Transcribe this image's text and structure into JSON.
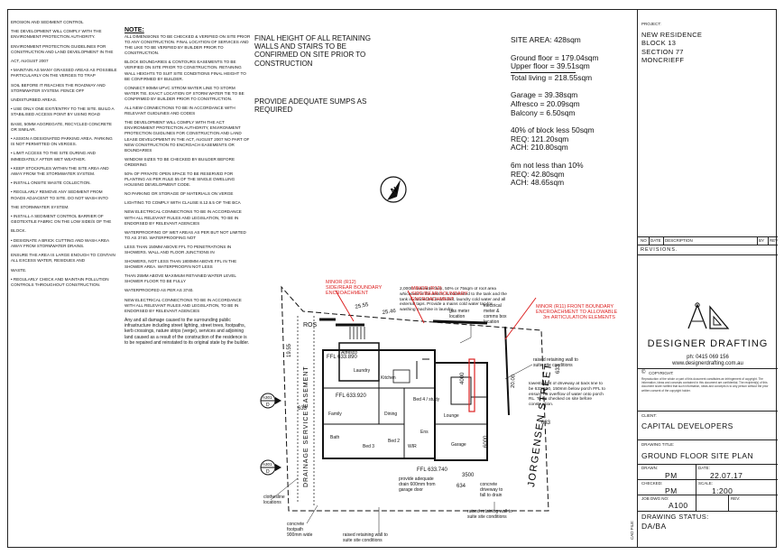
{
  "left_notes": [
    "EROSION AND SEDIMENT CONTROL",
    "THE DEVELOPMENT WILL COMPLY WITH THE ENVIRONMENT PROTECTION AUTHORITY.",
    "ENVIRONMENT PROTECTION GUIDELINES FOR CONSTRUCTION AND LAND DEVELOPMENT IN THE",
    "ACT, AUGUST 2007",
    "• MAINTAIN AS MANY GRASSED AREAS AS POSSIBLE PARTICULARLY ON THE VERGES TO TRAP",
    "SOIL BEFORE IT REACHES THE ROADWAY AND STORMWATER SYSTEM. FENCE OFF",
    "UNDISTURBED AREAS.",
    "• USE ONLY ONE EXIT/ENTRY TO THE SITE. BUILD A STABILISED ACCESS POINT BY USING ROAD",
    "BASE, 50MM AGGREGATE, RECYCLED CONCRETE OR SIMILAR.",
    "• ASSIGN A DESIGNATED PARKING AREA. PARKING IS NOT PERMITTED ON VERGES.",
    "• LIMIT ACCESS TO THE SITE DURING AND IMMEDIATELY AFTER WET WEATHER.",
    "• KEEP STOCKPILES WITHIN THE SITE AREA AND AWAY FROM THE STORMWATER SYSTEM.",
    "• INSTALL ONSITE WASTE COLLECTION.",
    "• REGULARLY REMOVE ANY SEDIMENT FROM ROADS ADJACENT TO SITE. DO NOT WASH INTO",
    "THE STORMWATER SYSTEM.",
    "• INSTALL A SEDIMENT CONTROL BARRIER OF GEOTEXTILE FABRIC ON THE LOW SIDE/S OF THE",
    "BLOCK.",
    "• DESIGNATE A BRICK CUTTING AND WASH AREA AWAY FROM STORMWATER DRAINS.",
    "ENSURE THE AREA IS LARGE ENOUGH TO CONTAIN ALL EXCESS WATER, RESIDUES AND",
    "WASTE.",
    "• REGULARLY CHECK AND MAINTAIN POLLUTION CONTROLS THROUGHOUT CONSTRUCTION."
  ],
  "notes_heading": "NOTE:",
  "notes": [
    "ALL DIMENSIONS TO BE CHECKED & VERIFIED ON SITE PRIOR TO ANY CONSTRUCTION. FINAL LOCATION OF SERVICES AND THE LIKE TO BE VERIFIED BY BUILDER PRIOR TO CONSTRUCTION.",
    "BLOCK BOUNDARIES & CONTOURS EASEMENTS TO BE VERIFIED ON SITE PRIOR TO CONSTRUCTION. RETAINING WALL HEIGHTS TO SUIT SITE CONDITIONS FINAL HEIGHT TO BE CONFIRMED BY BUILDER.",
    "CONNECT 90mm UPVC STROM WATER LINE TO STORM WATER TIE. EXACT LOCATION OF STORM WATER TIE TO BE CONFIRMED BY BUILDER PRIOR TO CONSTRUCTION.",
    "ALL NEW CONNECTIONS TO BE IN ACCORDANCE WITH RELEVANT GUIDLINES AND CODES",
    "THE DEVELOPMENT WILL COMPLY WITH THE ACT ENVIRONMENT PROTECTION AUTHORITY, ENVIRONMENT PROTECTION GUIDLINES FOR CONSTRUCTION AND LAND LEASE DEVELOPMENT IN THE ACT, AUGUST 2007 NO PART OF NEW CONSTRUCTION TO ENCROACH EASEMENTS OR BOUNDARIES",
    "WINDOW SIZES TO BE CHECKED BY BUILDER BEFORE ORDERING",
    "50% OF PRIVATE OPEN SPACE TO BE RESERVED FOR PLANTING AS PER RULE 55 OF THE SINGLE DWELLING HOUSING DEVELOPMENT CODE.",
    "NO PARKING OR STORAGE OF MATERIALS ON VERGE",
    "LIGHTING TO COMPLY WITH CLAUSE 8.12.6.5 OF THE BCA",
    "NEW ELECTRICAL CONNECTIONS TO BE IN ACCORDANCE WITH ALL RELEVANT RULES AND LEGISLATION, TO BE IN ENDORSED BY RELEVANT AGENCIES",
    "WATERPROOFING OF WET AREAS AS PER BUT NOT LIMITED TO AS 3740. WATERPROOFING NOT",
    "LESS THAN 150MM ABOVE FFL TO PENETRATIONS IN SHOWERS. WALL AND FLOOR JUNCTIONS IN",
    "SHOWERS, NOT LESS THAN 1800MM ABOVE FFL IN THE SHOWER AREA. WATERPROOFIN NOT LESS",
    "THAN 25MM ABOVE MAXIMUM RETAINED WATER LEVEL SHOWER FLOOR TO BE FULLY",
    "WATERPROOFED AS PER AS 3740.",
    "NEW ELECTRICAL CONNECTIONS TO BE IN ACCORDANCE WITH ALL RELEVANT RULES AND LEGISLATION, TO BE IN ENDORSED BY RELEVANT AGENCIES"
  ],
  "notes_lower": "Any and all damage caused to the surrounding public infrastructure including street lighting, street trees, footpaths, kerb crossings, nature strips (verge), services and adjoining land caused as a result of the construction of the residence is to be repaired and reinstated to its original state by the builder.",
  "main_notes": {
    "retaining": "FINAL HEIGHT OF ALL RETAINING WALLS AND STAIRS TO BE CONFIRMED ON SITE PRIOR TO CONSTRUCTION",
    "sumps": "PROVIDE ADEQUATE SUMPS AS REQUIRED"
  },
  "areas": {
    "site_area": "SITE AREA:  428sqm",
    "ground_floor": "Ground floor = 179.04sqm",
    "upper_floor": "Upper floor = 39.51sqm",
    "total_living": "Total living = 218.55sqm",
    "garage": "Garage = 39.38sqm",
    "alfresco": "Alfresco = 20.09sqm",
    "balcony": "Balcony = 6.50sqm",
    "block_less": "40% of block less 50sqm",
    "req1": "REQ:  121.20sqm",
    "ach1": "ACH:  210.80sqm",
    "six_m": "6m not less than 10%",
    "req2": "REQ:  42.80sqm",
    "ach2": "ACH:  48.65sqm"
  },
  "plan": {
    "rainwater": "2,000ltr rainwater tank, 50% or 75sqm of roof area whichever is the lesser, is connected to the tank and the tank is connected to all toilet, laundry cold water and all external taps. Provide a mains cold water tap for washing machine in laundry.",
    "minor_r12_a": [
      "MINOR (R12)",
      "SIDE/REAR BOUNDARY",
      "ENCROACHMENT"
    ],
    "minor_r12_b": [
      "MINOR (R12)",
      "SIDE/REAR BOUNDARY",
      "ENCROACHMENT"
    ],
    "minor_r11": [
      "MINOR (R11)  FRONT BOUNDARY",
      "ENCROACHMENT TO ALLOWABLE",
      "3m ARTICULATION ELEMENTS"
    ],
    "gas_meter": [
      "gas meter",
      "location"
    ],
    "electrical": [
      "electrical",
      "meter &",
      "comms box",
      "location"
    ],
    "ros": "ROS",
    "ffl_1": "FFL 633.890",
    "ffl_2": "FFL 633.920",
    "ffl_3": "FFL 633.740",
    "rooms": {
      "alfresco": "Alfresco",
      "kitchen": "Kitchen",
      "family": "Family",
      "dining": "Dining",
      "bed4": "Bed 4 / study",
      "bed3": "Bed 3",
      "bed2": "Bed 2",
      "bath": "Bath",
      "lounge": "Lounge",
      "garage": "Garage",
      "laundry": "Laundry",
      "ens": "Ens",
      "wir": "WIR"
    },
    "easement": "DRAINAGE SERVICE EASEMENT",
    "street": "JORGENSEN   STREET",
    "dims": {
      "d1": "25.55",
      "d2": "25.46",
      "d3": "19.55",
      "d4": "20.00",
      "d5": "4000",
      "d6": "3500",
      "d7": "6000",
      "d8": "633",
      "d9": "633",
      "d10": "634",
      "d11": "633"
    },
    "section_a": [
      "A301",
      "D"
    ],
    "section_b": [
      "A301",
      "D"
    ],
    "retaining_1": [
      "raised retaining wall to",
      "suite site conditions"
    ],
    "paving": "lowest point of driveway at back line to be 633.690, 150mm below porch FFL to ensure no overflow of water onto porch RL. To be checked on site before construction.",
    "adequate_drain": [
      "provide adequate",
      "drain 600mm from",
      "garage door"
    ],
    "concrete_driveway": [
      "concrete",
      "driveway to",
      "fall to drain"
    ],
    "clothesline": [
      "clothesline",
      "locations"
    ],
    "concrete_footpath": [
      "concrete",
      "footpath",
      "900mm wide"
    ],
    "retaining_2": [
      "raised retaining wall to",
      "suite site conditions"
    ],
    "retaining_3": [
      "raised retaining wall to",
      "suite site conditions"
    ]
  },
  "title_block": {
    "project_label": "PROJECT:",
    "project": [
      "NEW RESIDENCE",
      "BLOCK 13",
      "SECTION 77",
      "MONCRIEFF"
    ],
    "rev_headers": [
      "No",
      "DATE",
      "DESCRIPTION",
      "BY",
      "Rev"
    ],
    "revisions_label": "REVISIONS.",
    "company": "DESIGNER DRAFTING",
    "phone": "ph: 0415 069 156",
    "website": "www.designerdrafting.com.au",
    "copyright_label": "COPYRIGHT:",
    "copyright_text": "Reproduction of the whole or part of this document constitutes an infringement of copyright. The information, ideas and concepts contained in this document are confidential. The recipient(s) of this document is/are notified that such information, ideas and concepts is to any person without the prior written consent of the copyright holder.",
    "client_label": "CLIENT:",
    "client": "CAPITAL DEVELOPERS",
    "drawing_title_label": "DRAWING TITLE:",
    "drawing_title": "GROUND FLOOR SITE PLAN",
    "drawn_label": "DRAWN:",
    "drawn": "PM",
    "date_label": "DATE:",
    "date": "22.07.17",
    "checked_label": "CHECKED:",
    "checked": "PM",
    "scale_label": "SCALE:",
    "scale": "1:200",
    "job_label": "JOB DWG No:",
    "job": "A100",
    "rev_label": "REV:",
    "status_label": "DRAWING STATUS:",
    "status": "DA/BA",
    "cad_file": "CAD FILE:"
  }
}
